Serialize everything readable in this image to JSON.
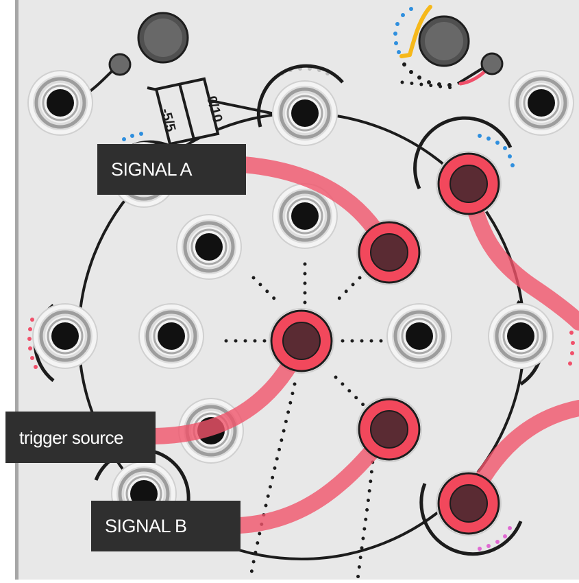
{
  "panel": {
    "range_labels": {
      "unipolar": "0/10",
      "bipolar": "-5/5"
    },
    "colors": {
      "panel_bg": "#e8e8e8",
      "left_edge": "#a6a6a6",
      "cable": "#f0546a",
      "plug_ring": "#f2485c",
      "plug_center": "#5a2b33",
      "label_bg": "#2f2f2f",
      "dot_blue": "#2f8fde",
      "dot_red": "#f0506a",
      "dot_pink": "#e06ad2",
      "dot_gray": "#bcbcbc",
      "arc_yellow": "#f6b81a",
      "arc_red": "#f0506a"
    }
  },
  "cable_labels": {
    "signal_a": "SIGNAL A",
    "trigger_source": "trigger source",
    "signal_b": "SIGNAL B"
  }
}
